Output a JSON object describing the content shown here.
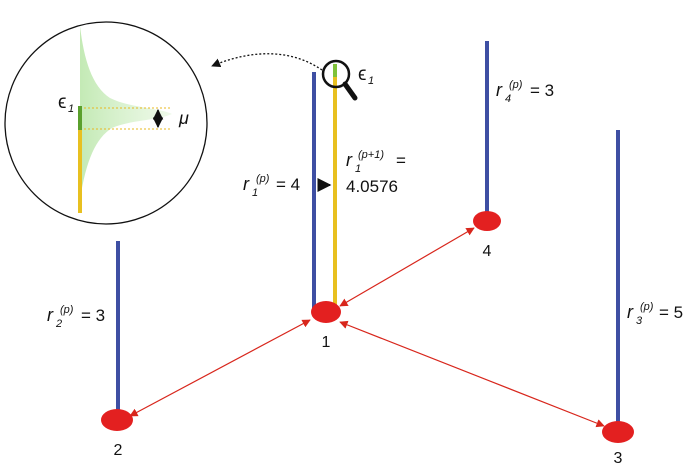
{
  "colors": {
    "node": "#e32020",
    "edge": "#d8261c",
    "rank_bar": "#3e4fa3",
    "new_bar": "#e8c020",
    "noise": "#7fc23a",
    "density": "#cfeec0"
  },
  "nodes": [
    {
      "id": "1",
      "label": "1"
    },
    {
      "id": "2",
      "label": "2"
    },
    {
      "id": "3",
      "label": "3"
    },
    {
      "id": "4",
      "label": "4"
    }
  ],
  "ranks": {
    "r1": {
      "sym": "r",
      "sub": "1",
      "sup": "(p)",
      "value": "= 4"
    },
    "r2": {
      "sym": "r",
      "sub": "2",
      "sup": "(p)",
      "value": "= 3"
    },
    "r3": {
      "sym": "r",
      "sub": "3",
      "sup": "(p)",
      "value": "= 5"
    },
    "r4": {
      "sym": "r",
      "sub": "4",
      "sup": "(p)",
      "value": "= 3"
    },
    "r1_next": {
      "sym": "r",
      "sub": "1",
      "sup": "(p+1)",
      "eq": "=",
      "value": "4.0576"
    }
  },
  "noise": {
    "sym": "ϵ",
    "sub": "1"
  },
  "mu": {
    "sym": "μ"
  },
  "icons": {
    "magnifier": "magnifier-icon"
  }
}
